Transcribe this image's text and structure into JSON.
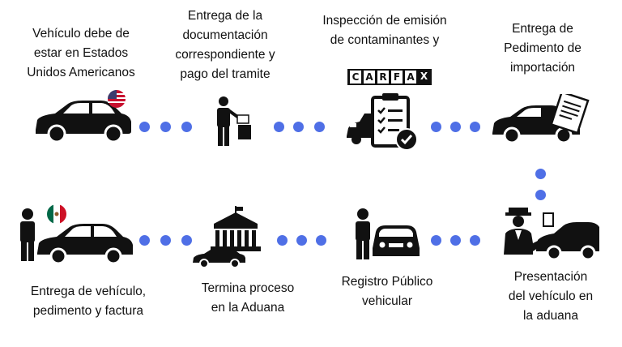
{
  "steps": [
    {
      "id": "step1",
      "label": "Vehículo debe de\nestar en Estados\nUnidos Americanos",
      "icon": "car-with-us-flag-icon"
    },
    {
      "id": "step2",
      "label": "Entrega de la\ndocumentación\ncorrespondiente y\npago del tramite",
      "icon": "person-with-documents-icon"
    },
    {
      "id": "step3",
      "label": "Inspección de emisión\nde contaminantes y",
      "icon": "car-inspection-clipboard-icon",
      "logo_text": "CARFAX"
    },
    {
      "id": "step4",
      "label": "Entrega de\nPedimento de\nimportación",
      "icon": "car-with-document-icon"
    },
    {
      "id": "step5",
      "label": "Presentación\ndel vehículo en\nla aduana",
      "icon": "customs-officer-car-icon"
    },
    {
      "id": "step6",
      "label": "Registro Público\nvehicular",
      "icon": "person-with-car-icon"
    },
    {
      "id": "step7",
      "label": "Termina proceso\nen la Aduana",
      "icon": "customs-building-car-icon"
    },
    {
      "id": "step8",
      "label": "Entrega de vehículo,\npedimento y factura",
      "icon": "person-car-mexico-flag-icon"
    }
  ],
  "colors": {
    "connector_dot": "#4f6fe6",
    "icon": "#111111",
    "text": "#111111",
    "background": "#ffffff"
  }
}
